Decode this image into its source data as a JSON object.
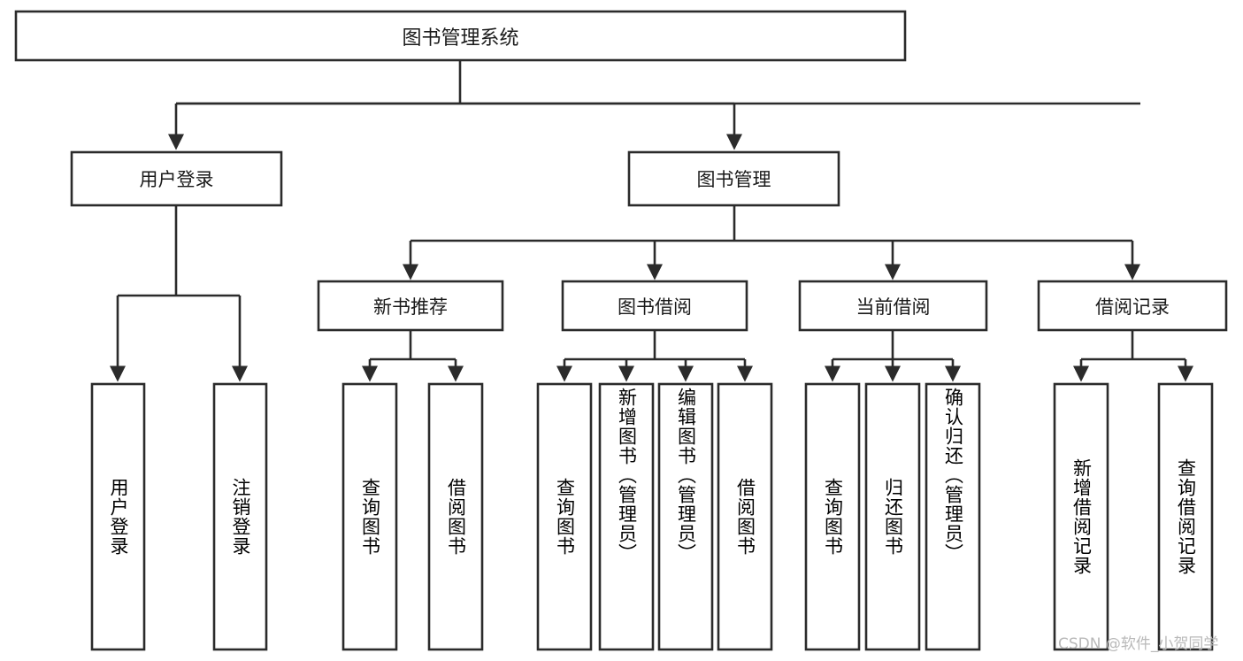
{
  "diagram": {
    "title": "图书管理系统",
    "watermark": "CSDN @软件_小贺同学",
    "colors": {
      "box_stroke": "#2b2b2b",
      "box_fill": "#ffffff",
      "text": "#1a1a1a",
      "watermark": "#b9b9b9",
      "background": "#ffffff"
    },
    "root": {
      "label": "图书管理系统"
    },
    "level2": [
      {
        "label": "用户登录"
      },
      {
        "label": "图书管理"
      }
    ],
    "level3": [
      {
        "label": "新书推荐"
      },
      {
        "label": "图书借阅"
      },
      {
        "label": "当前借阅"
      },
      {
        "label": "借阅记录"
      }
    ],
    "leaves": {
      "user_login": [
        {
          "label": "用户登录"
        },
        {
          "label": "注销登录"
        }
      ],
      "new_book_recommend": [
        {
          "label": "查询图书"
        },
        {
          "label": "借阅图书"
        }
      ],
      "book_borrow": [
        {
          "label": "查询图书"
        },
        {
          "label": "新增图书（管理员）"
        },
        {
          "label": "编辑图书（管理员）"
        },
        {
          "label": "借阅图书"
        }
      ],
      "current_borrow": [
        {
          "label": "查询图书"
        },
        {
          "label": "归还图书"
        },
        {
          "label": "确认归还（管理员）"
        }
      ],
      "borrow_record": [
        {
          "label": "新增借阅记录"
        },
        {
          "label": "查询借阅记录"
        }
      ]
    }
  }
}
